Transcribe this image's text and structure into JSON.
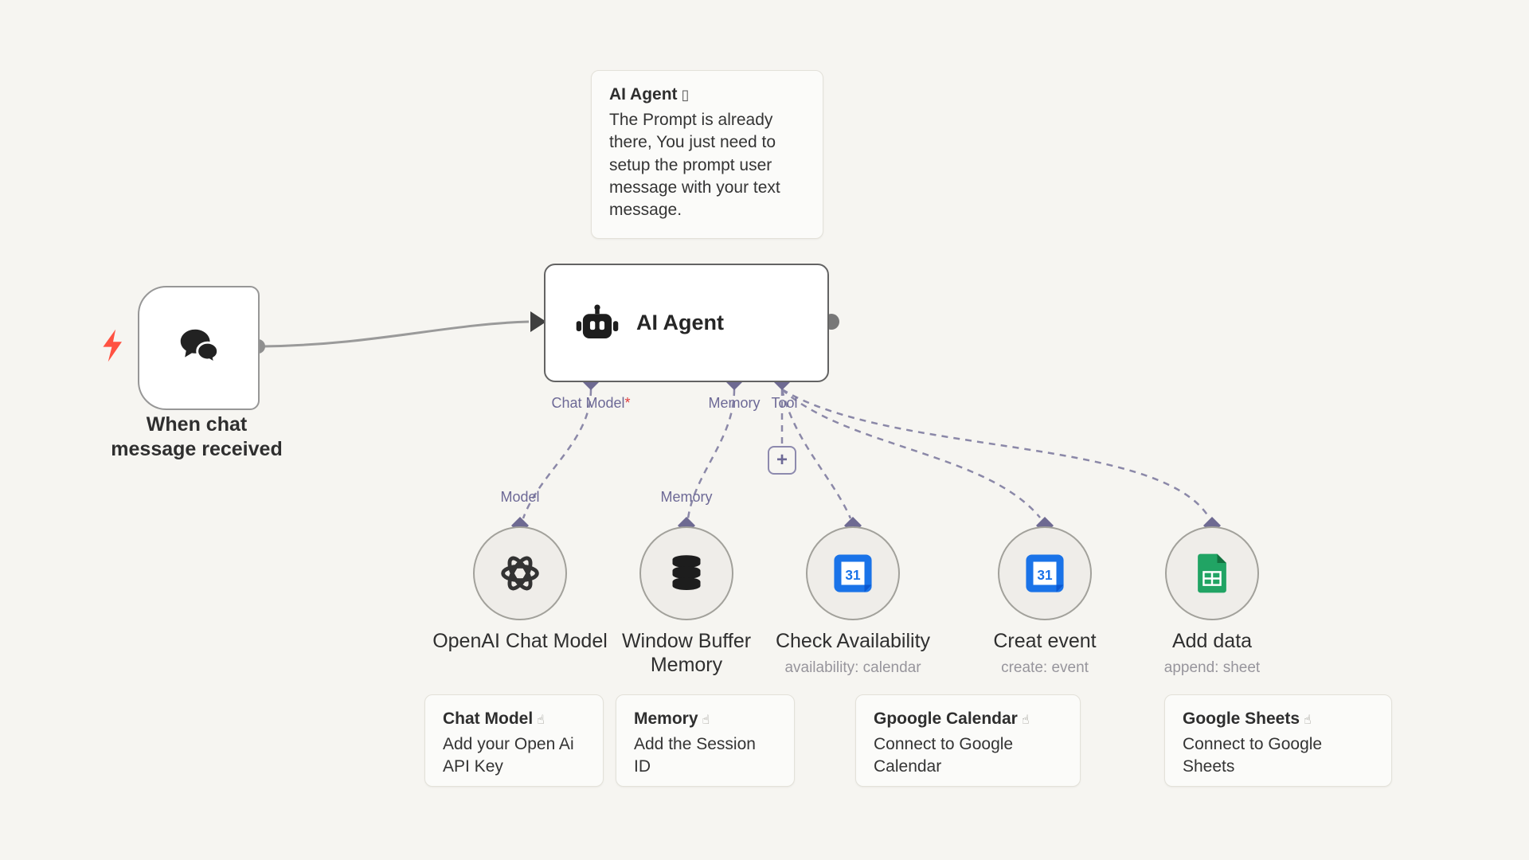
{
  "icons": {
    "plus": "+",
    "hand": "☝",
    "tofu": "▯",
    "calendar_day": "31"
  },
  "sticky_note_top": {
    "title": "AI Agent",
    "body": "The Prompt is already there, You just need to setup the prompt user message with your text message."
  },
  "trigger": {
    "label": "When chat message received"
  },
  "agent": {
    "label": "AI Agent",
    "ports": {
      "chat_model": "Chat Model",
      "required_mark": "*",
      "memory": "Memory",
      "tool": "Tool"
    }
  },
  "connection_labels": {
    "model": "Model",
    "memory": "Memory"
  },
  "subnodes": [
    {
      "title": "OpenAI Chat Model",
      "subtitle": ""
    },
    {
      "title": "Window Buffer Memory",
      "subtitle": ""
    },
    {
      "title": "Check Availability",
      "subtitle": "availability: calendar"
    },
    {
      "title": "Creat event",
      "subtitle": "create: event"
    },
    {
      "title": "Add data",
      "subtitle": "append: sheet"
    }
  ],
  "sticky_notes": [
    {
      "title": "Chat Model",
      "body": "Add your Open Ai API Key"
    },
    {
      "title": "Memory",
      "body": "Add the Session ID"
    },
    {
      "title": "Gpoogle Calendar",
      "body": "Connect to Google Calendar"
    },
    {
      "title": "Google Sheets",
      "body": "Connect to Google Sheets"
    }
  ],
  "colors": {
    "canvas_bg": "#f6f5f1",
    "wire_solid": "#9a9a9a",
    "wire_dashed": "#8b88a8",
    "diamond": "#6e6a92",
    "calendar_blue": "#1a73e8",
    "sheets_green": "#21a464",
    "bolt_red": "#ff5242"
  }
}
